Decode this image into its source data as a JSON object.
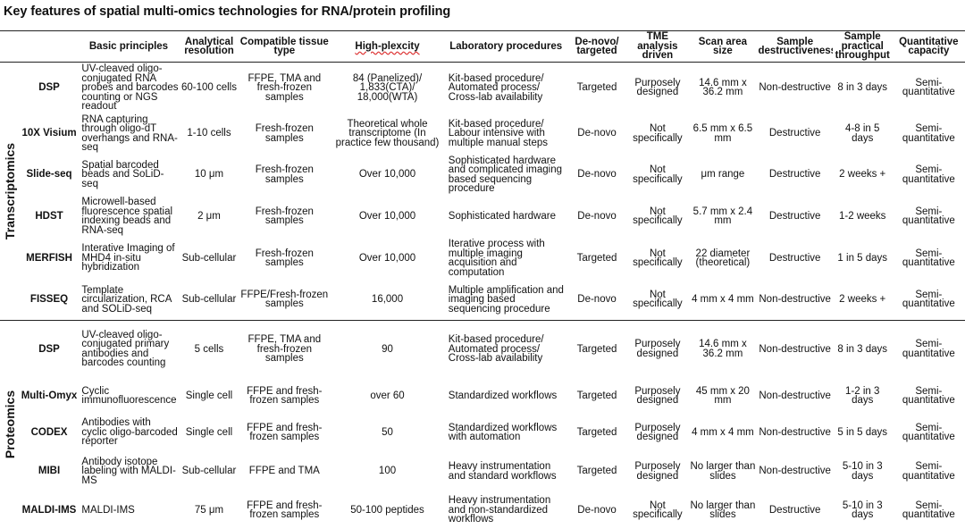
{
  "title": "Key features of spatial multi-omics technologies for RNA/protein profiling",
  "columns": [
    "Basic principles",
    "Analytical resolution",
    "Compatible tissue type",
    "High-plexcity",
    "Laboratory procedures",
    "De-novo/ targeted",
    "TME analysis driven",
    "Scan area size",
    "Sample destructiveness",
    "Sample practical throughput",
    "Quantitative capacity"
  ],
  "groups": [
    {
      "label": "Transcriptomics",
      "rows": [
        [
          "DSP",
          "UV-cleaved oligo-conjugated RNA probes and barcodes counting or NGS readout",
          "60-100 cells",
          "FFPE, TMA and fresh-frozen samples",
          "84 (Panelized)/ 1,833(CTA)/ 18,000(WTA)",
          "Kit-based procedure/ Automated process/ Cross-lab availability",
          "Targeted",
          "Purposely designed",
          "14.6 mm x 36.2 mm",
          "Non-destructive",
          "8 in 3 days",
          "Semi-quantitative"
        ],
        [
          "10X Visium",
          "RNA capturing through oligo-dT overhangs and RNA-seq",
          "1-10 cells",
          "Fresh-frozen samples",
          "Theoretical whole transcriptome (In practice few thousand)",
          "Kit-based procedure/ Labour intensive with multiple manual steps",
          "De-novo",
          "Not specifically",
          "6.5 mm x 6.5 mm",
          "Destructive",
          "4-8 in 5 days",
          "Semi-quantitative"
        ],
        [
          "Slide-seq",
          "Spatial barcoded beads and SoLiD-seq",
          "10 μm",
          "Fresh-frozen samples",
          "Over 10,000",
          "Sophisticated hardware and complicated imaging based sequencing procedure",
          "De-novo",
          "Not specifically",
          "μm range",
          "Destructive",
          "2 weeks +",
          "Semi-quantitative"
        ],
        [
          "HDST",
          "Microwell-based fluorescence spatial indexing beads and RNA-seq",
          "2 μm",
          "Fresh-frozen samples",
          "Over 10,000",
          "Sophisticated hardware",
          "De-novo",
          "Not specifically",
          "5.7 mm x 2.4 mm",
          "Destructive",
          "1-2 weeks",
          "Semi-quantitative"
        ],
        [
          "MERFISH",
          "Interative Imaging of MHD4 in-situ hybridization",
          "Sub-cellular",
          "Fresh-frozen samples",
          "Over 10,000",
          "Iterative process with multiple imaging acquisition and computation",
          "Targeted",
          "Not specifically",
          "22 diameter (theoretical)",
          "Destructive",
          "1 in 5 days",
          "Semi-quantitative"
        ],
        [
          "FISSEQ",
          "Template circularization, RCA and SOLiD-seq",
          "Sub-cellular",
          "FFPE/Fresh-frozen samples",
          "16,000",
          "Multiple amplification and imaging based sequencing procedure",
          "De-novo",
          "Not specifically",
          "4 mm x 4 mm",
          "Non-destructive",
          "2 weeks +",
          "Semi-quantitative"
        ]
      ]
    },
    {
      "label": "Proteomics",
      "rows": [
        [
          "DSP",
          "UV-cleaved oligo-conjugated primary antibodies and barcodes counting",
          "5 cells",
          "FFPE, TMA and fresh-frozen samples",
          "90",
          "Kit-based procedure/ Automated process/ Cross-lab availability",
          "Targeted",
          "Purposely designed",
          "14.6 mm x 36.2 mm",
          "Non-destructive",
          "8 in 3 days",
          "Semi-quantitative"
        ],
        [
          "Multi-Omyx",
          "Cyclic immunofluorescence",
          "Single cell",
          "FFPE and fresh-frozen samples",
          "over 60",
          "Standardized workflows",
          "Targeted",
          "Purposely designed",
          "45 mm x 20 mm",
          "Non-destructive",
          "1-2 in 3 days",
          "Semi-quantitative"
        ],
        [
          "CODEX",
          "Antibodies with cyclic oligo-barcoded reporter",
          "Single cell",
          "FFPE and fresh-frozen samples",
          "50",
          "Standardized workflows with automation",
          "Targeted",
          "Purposely designed",
          "4 mm x 4 mm",
          "Non-destructive",
          "5 in 5 days",
          "Semi-quantitative"
        ],
        [
          "MIBI",
          "Antibody isotope labeling with MALDI-MS",
          "Sub-cellular",
          "FFPE and TMA",
          "100",
          "Heavy instrumentation and standard workflows",
          "Targeted",
          "Purposely designed",
          "No larger than slides",
          "Non-destructive",
          "5-10 in 3 days",
          "Semi-quantitative"
        ],
        [
          "MALDI-IMS",
          "MALDI-IMS",
          "75 μm",
          "FFPE and fresh-frozen samples",
          "50-100 peptides",
          "Heavy instrumentation and non-standardized workflows",
          "De-novo",
          "Not specifically",
          "No larger than slides",
          "Destructive",
          "5-10 in 3 days",
          "Semi-quantitative"
        ]
      ]
    }
  ]
}
